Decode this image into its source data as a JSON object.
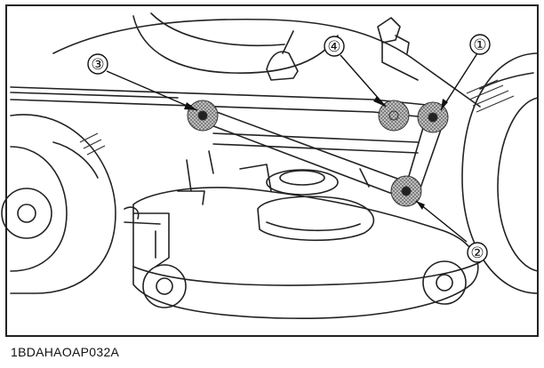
{
  "diagram": {
    "callouts": [
      {
        "id": "c1",
        "label": "①"
      },
      {
        "id": "c2",
        "label": "②"
      },
      {
        "id": "c3",
        "label": "③"
      },
      {
        "id": "c4",
        "label": "④"
      }
    ],
    "caption": "1BDAHAOAP032A"
  }
}
